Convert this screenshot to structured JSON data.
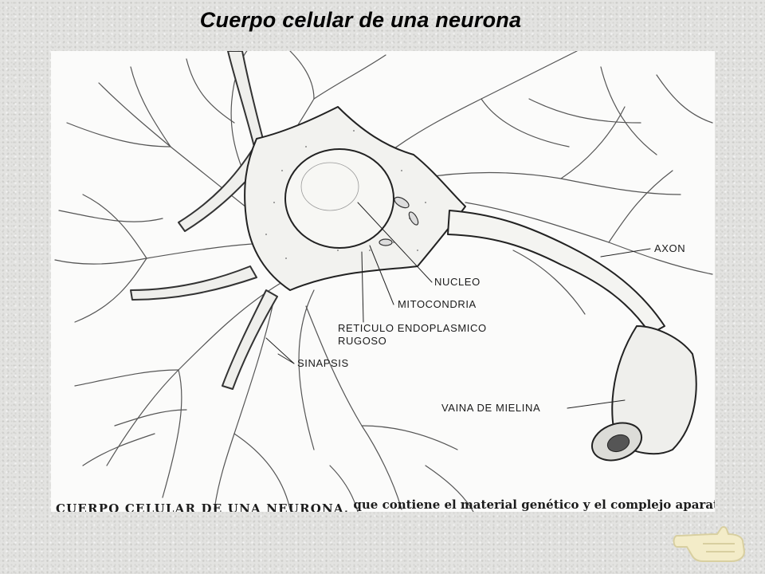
{
  "slide": {
    "title": "Cuerpo celular de una neurona"
  },
  "figure": {
    "labels": {
      "axon": "AXON",
      "nucleo": "NUCLEO",
      "mitocondria": "MITOCONDRIA",
      "reticulo_line1": "RETICULO ENDOPLASMICO",
      "reticulo_line2": "RUGOSO",
      "sinapsis": "SINAPSIS",
      "vaina": "VAINA DE MIELINA"
    },
    "caption": {
      "strong": "CUERPO CELULAR DE UNA NEURONA,",
      "rest": " que contiene el material genético y el complejo aparato"
    }
  },
  "icons": {
    "nav": "pointing-hand-icon"
  },
  "colors": {
    "background": "#e3e3e1",
    "ink": "#1a1a1a",
    "hand": "#f3ecc8"
  }
}
